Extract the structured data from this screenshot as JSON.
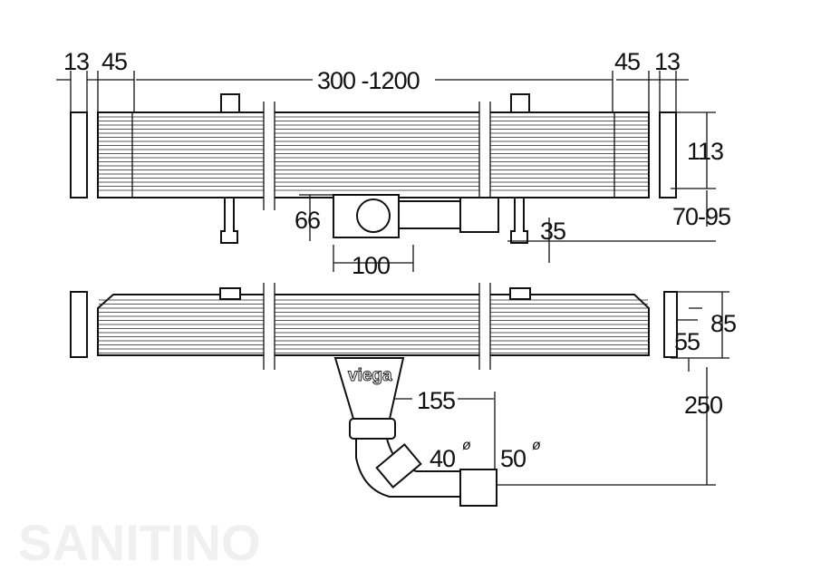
{
  "watermark": "SANITINO",
  "brand": "viega",
  "dimensions": {
    "end_cap_left": "13",
    "margin_left": "45",
    "length_range": "300 -1200",
    "margin_right": "45",
    "end_cap_right": "13",
    "channel_height": "113",
    "outlet_height": "66",
    "install_height": "70-95",
    "outlet_offset": "35",
    "outlet_width": "100",
    "side_height": "85",
    "side_inner": "55",
    "vertical_depth": "250",
    "horizontal_offset": "155",
    "pipe_small": "40",
    "pipe_large": "50",
    "diameter_symbol": "ø"
  }
}
